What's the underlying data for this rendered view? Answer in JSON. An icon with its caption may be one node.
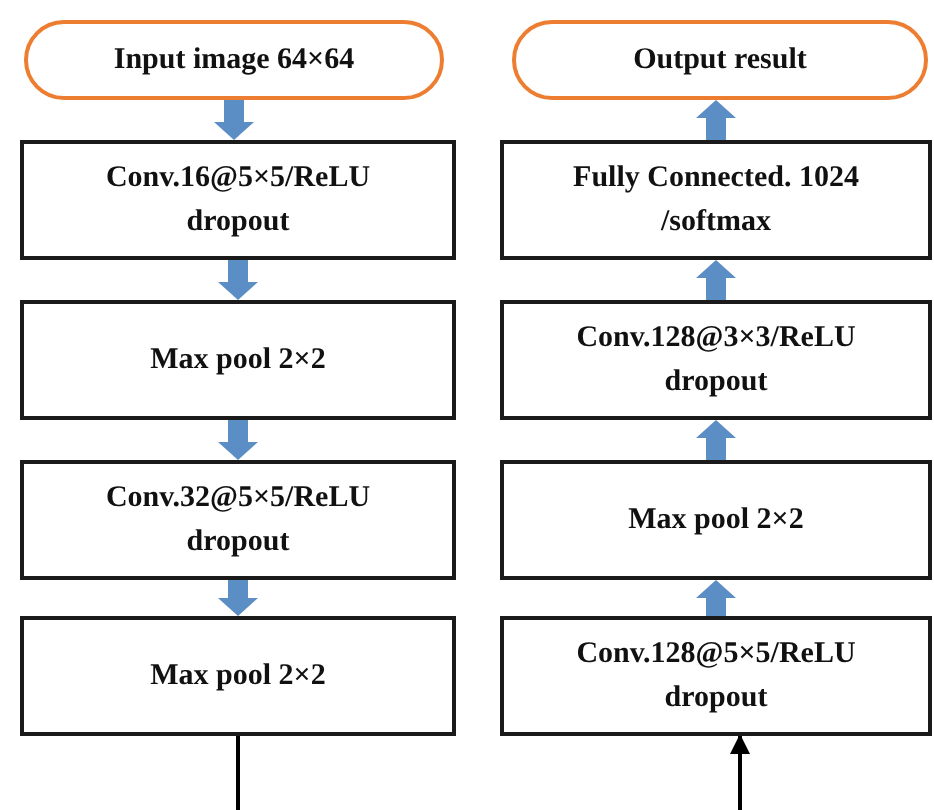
{
  "diagram": {
    "nodes": [
      {
        "text": [
          "Input image 64×64"
        ]
      },
      {
        "text": [
          "Conv.16@5×5/ReLU dropout"
        ]
      },
      {
        "text": [
          "Max pool 2×2"
        ]
      },
      {
        "text": [
          "Conv.32@5×5/ReLU dropout"
        ]
      },
      {
        "text": [
          "Max pool 2×2"
        ]
      },
      {
        "text": [
          "Output result"
        ]
      },
      {
        "text": [
          "Fully Connected. 1024 /softmax"
        ]
      },
      {
        "text": [
          "Conv.128@3×3/ReLU dropout"
        ]
      },
      {
        "text": [
          "Max pool 2×2"
        ]
      },
      {
        "text": [
          "Conv.128@5×5/ReLU dropout"
        ]
      }
    ],
    "edges": [
      {
        "from": 0,
        "to": 1,
        "arrow": "to",
        "style": "thick"
      },
      {
        "from": 1,
        "to": 2,
        "arrow": "to",
        "style": "thick"
      },
      {
        "from": 2,
        "to": 3,
        "arrow": "to",
        "style": "thick"
      },
      {
        "from": 3,
        "to": 4,
        "arrow": "to",
        "style": "thick"
      },
      {
        "from": 4,
        "to": null,
        "arrow": "none",
        "color": "#000000"
      },
      {
        "from": null,
        "to": 9,
        "arrow": "to",
        "color": "#000000"
      },
      {
        "from": 9,
        "to": 8,
        "arrow": "to",
        "style": "thick"
      },
      {
        "from": 8,
        "to": 7,
        "arrow": "to",
        "style": "thick"
      },
      {
        "from": 7,
        "to": 6,
        "arrow": "to",
        "style": "thick"
      },
      {
        "from": 6,
        "to": 5,
        "arrow": "to",
        "style": "thick"
      }
    ]
  }
}
